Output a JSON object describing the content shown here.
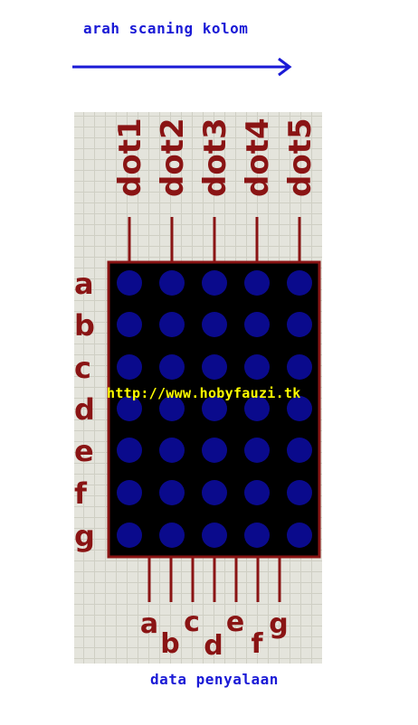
{
  "captions": {
    "top": "arah scaning kolom",
    "bottom": "data penyalaan"
  },
  "columns": [
    "dot1",
    "dot2",
    "dot3",
    "dot4",
    "dot5"
  ],
  "rows": [
    "a",
    "b",
    "c",
    "d",
    "e",
    "f",
    "g"
  ],
  "bottom_pins": [
    "a",
    "b",
    "c",
    "d",
    "e",
    "f",
    "g"
  ],
  "watermark": "http://www.hobyfauzi.tk",
  "colors": {
    "caption": "#1a1ad6",
    "wire": "#8a1414",
    "matrix_bg": "#000000",
    "led": "#0a0a8c",
    "watermark": "#ffff00"
  }
}
